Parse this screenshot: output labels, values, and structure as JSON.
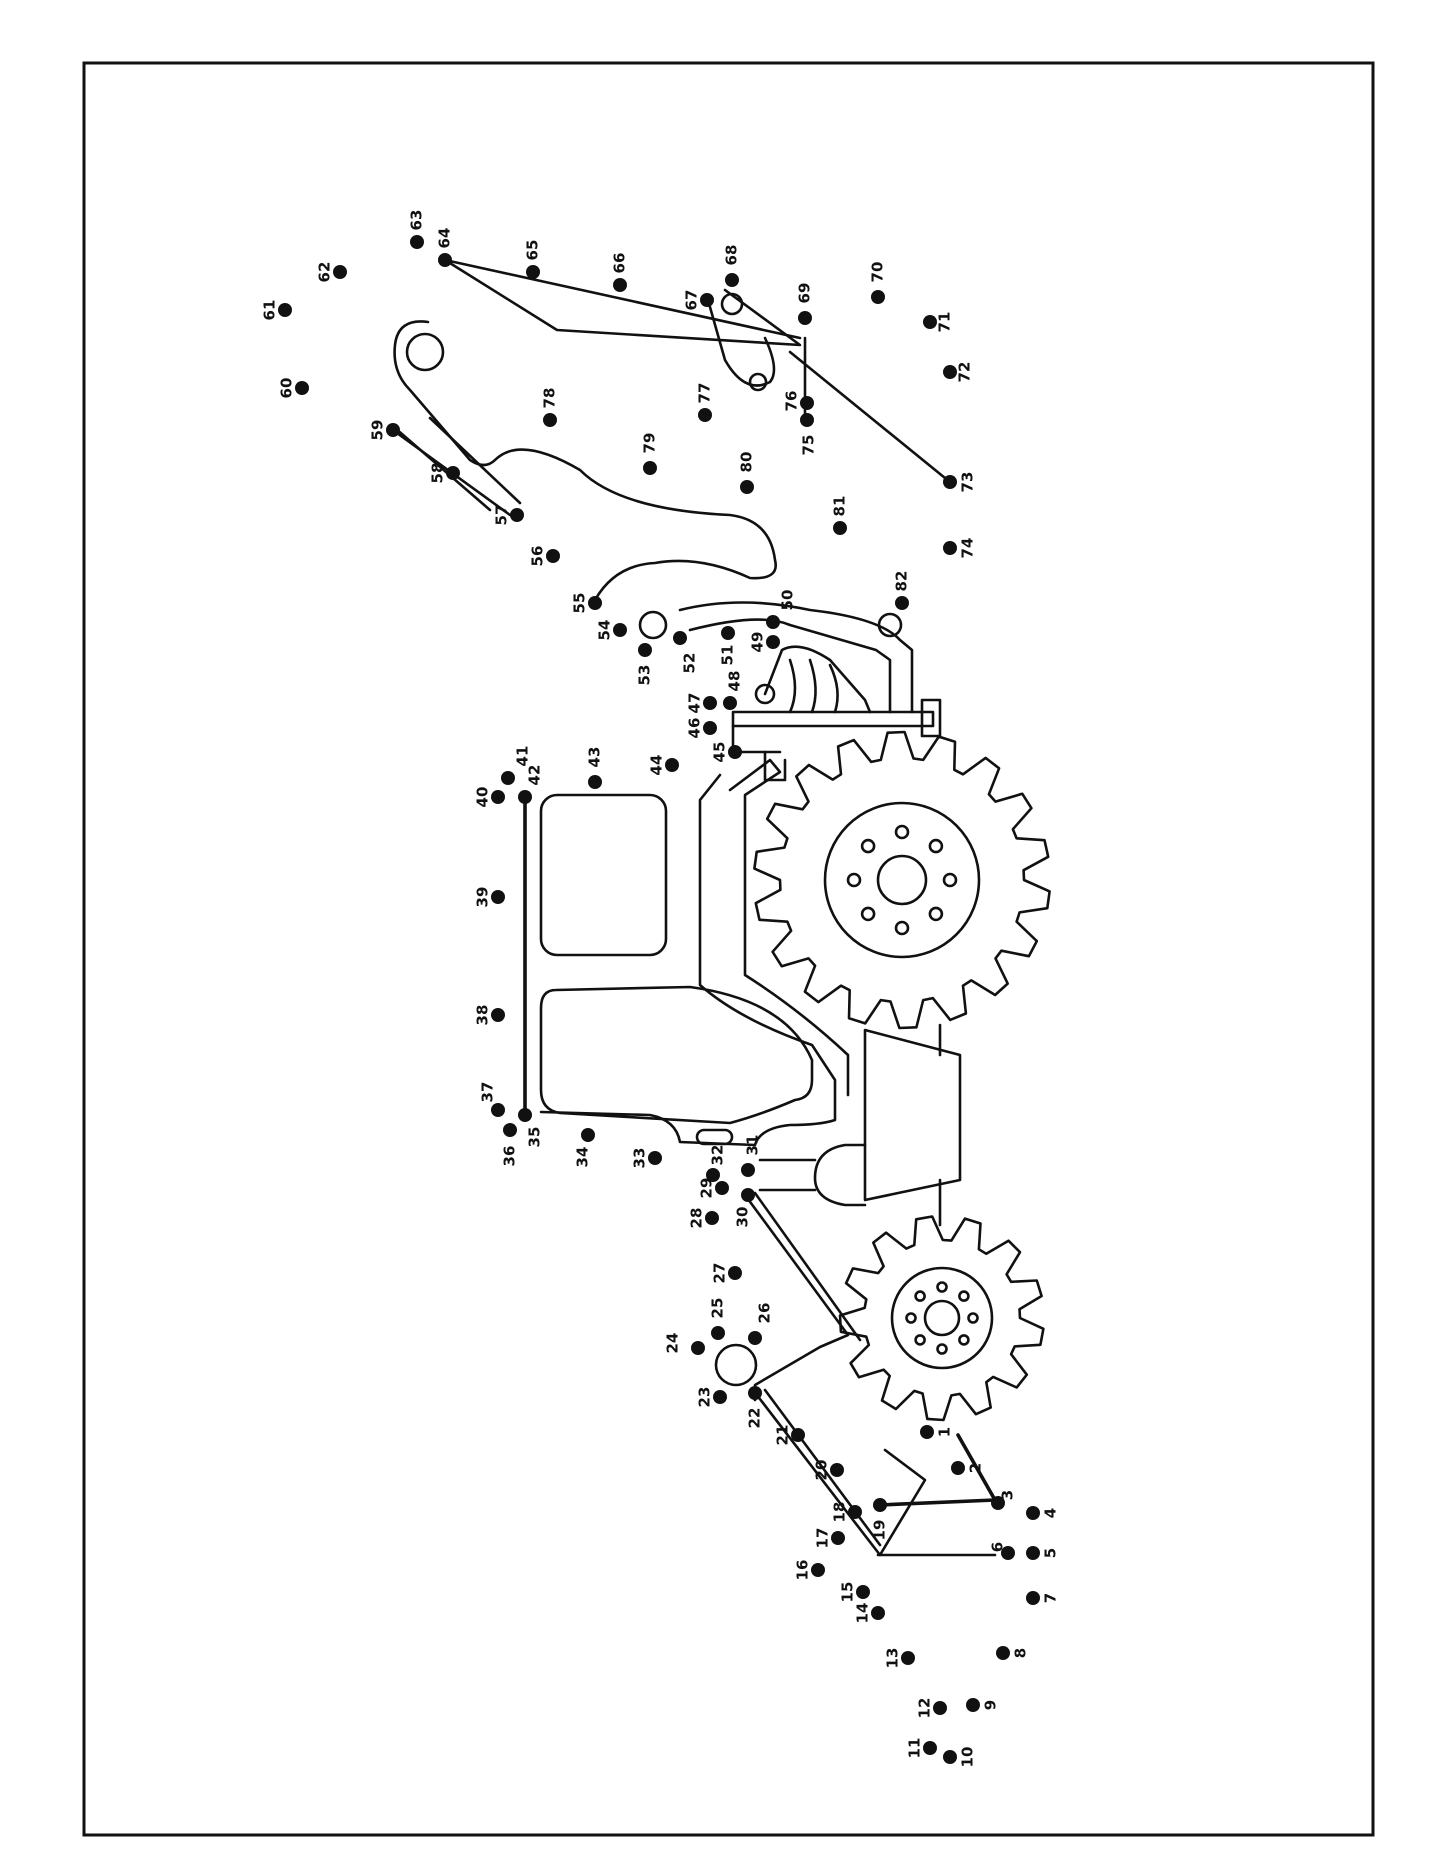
{
  "puzzle": {
    "type": "connect-the-dots",
    "subject": "tractor",
    "dot_labels": [
      "1",
      "2",
      "3",
      "4",
      "5",
      "6",
      "7",
      "8",
      "9",
      "10",
      "11",
      "12",
      "13",
      "14",
      "15",
      "16",
      "17",
      "18",
      "19",
      "20",
      "21",
      "22",
      "23",
      "24",
      "25",
      "26",
      "27",
      "28",
      "29",
      "30",
      "31",
      "32",
      "33",
      "34",
      "35",
      "36",
      "37",
      "38",
      "39",
      "40",
      "41",
      "42",
      "43",
      "44",
      "45",
      "46",
      "47",
      "48",
      "49",
      "50",
      "51",
      "52",
      "53",
      "54",
      "55",
      "56",
      "57",
      "58",
      "59",
      "60",
      "61",
      "62",
      "63",
      "64",
      "65",
      "66",
      "67",
      "68",
      "69",
      "70",
      "71",
      "72",
      "73",
      "74",
      "75",
      "76",
      "77",
      "78",
      "79",
      "80",
      "81",
      "82"
    ],
    "colors": {
      "ink": "#111111",
      "paper": "#ffffff"
    }
  }
}
